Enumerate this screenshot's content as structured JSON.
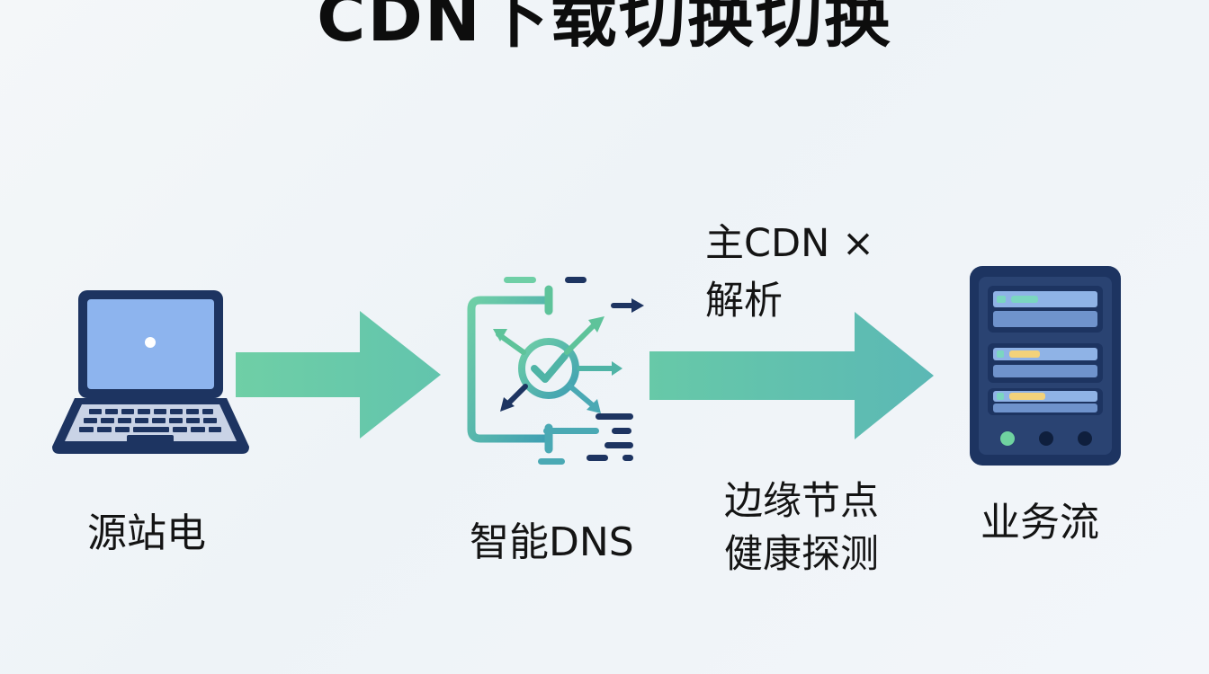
{
  "title": "CDN下载切换切换",
  "nodes": {
    "source": {
      "label": "源站电",
      "icon": "laptop-icon"
    },
    "dns": {
      "label": "智能DNS",
      "icon": "dns-switch-icon"
    },
    "business": {
      "label": "业务流",
      "icon": "server-rack-icon"
    }
  },
  "edges": {
    "primary_fail_line1": "主CDN ×",
    "primary_fail_line2": "解析",
    "health_check_line1": "边缘节点",
    "health_check_line2": "健康探测"
  },
  "colors": {
    "arrow_start": "#6fcfa6",
    "arrow_end": "#5bb8b5",
    "outline_navy": "#1d3461",
    "screen_blue": "#8db4ee",
    "icon_green": "#5ec39a",
    "icon_teal": "#4aa9b4"
  }
}
